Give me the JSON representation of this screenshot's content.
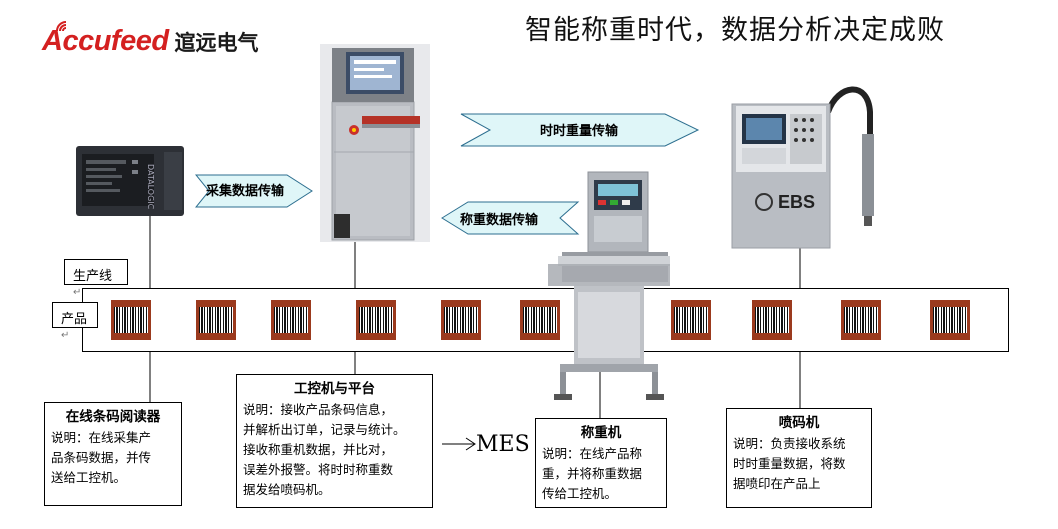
{
  "title": "智能称重时代，数据分析决定成败",
  "logo": {
    "brand": "Accufeed",
    "brand_cn": "逭远电气"
  },
  "line_labels": {
    "production_line": "生产线",
    "product": "产品"
  },
  "arrows": {
    "collect": "采集数据传输",
    "realtime": "时时重量传输",
    "weigh": "称重数据传输",
    "mes": "MES"
  },
  "descriptions": {
    "reader": {
      "title": "在线条码阅读器",
      "lines": [
        "说明：在线采集产",
        "品条码数据，并传",
        "送给工控机。"
      ]
    },
    "ipc": {
      "title": "工控机与平台",
      "lines": [
        "说明：接收产品条码信息，",
        "并解析出订单，记录与统计。",
        "接收称重机数据，并比对，",
        "误差外报警。将时时称重数",
        "据发给喷码机。"
      ]
    },
    "checkweigher": {
      "title": "称重机",
      "lines": [
        "说明：在线产品称",
        "重，并将称重数据",
        "传给工控机。"
      ]
    },
    "printer": {
      "title": "喷码机",
      "lines": [
        "说明：负责接收系统",
        "时时重量数据，将数",
        "据喷印在产品上"
      ]
    }
  },
  "devices": {
    "printer_brand": "EBS",
    "reader_brand": "DATALOGIC"
  },
  "colors": {
    "logo_red": "#d42020",
    "product": "#9b3a1e",
    "arrow_fill": "#dff6f8"
  }
}
